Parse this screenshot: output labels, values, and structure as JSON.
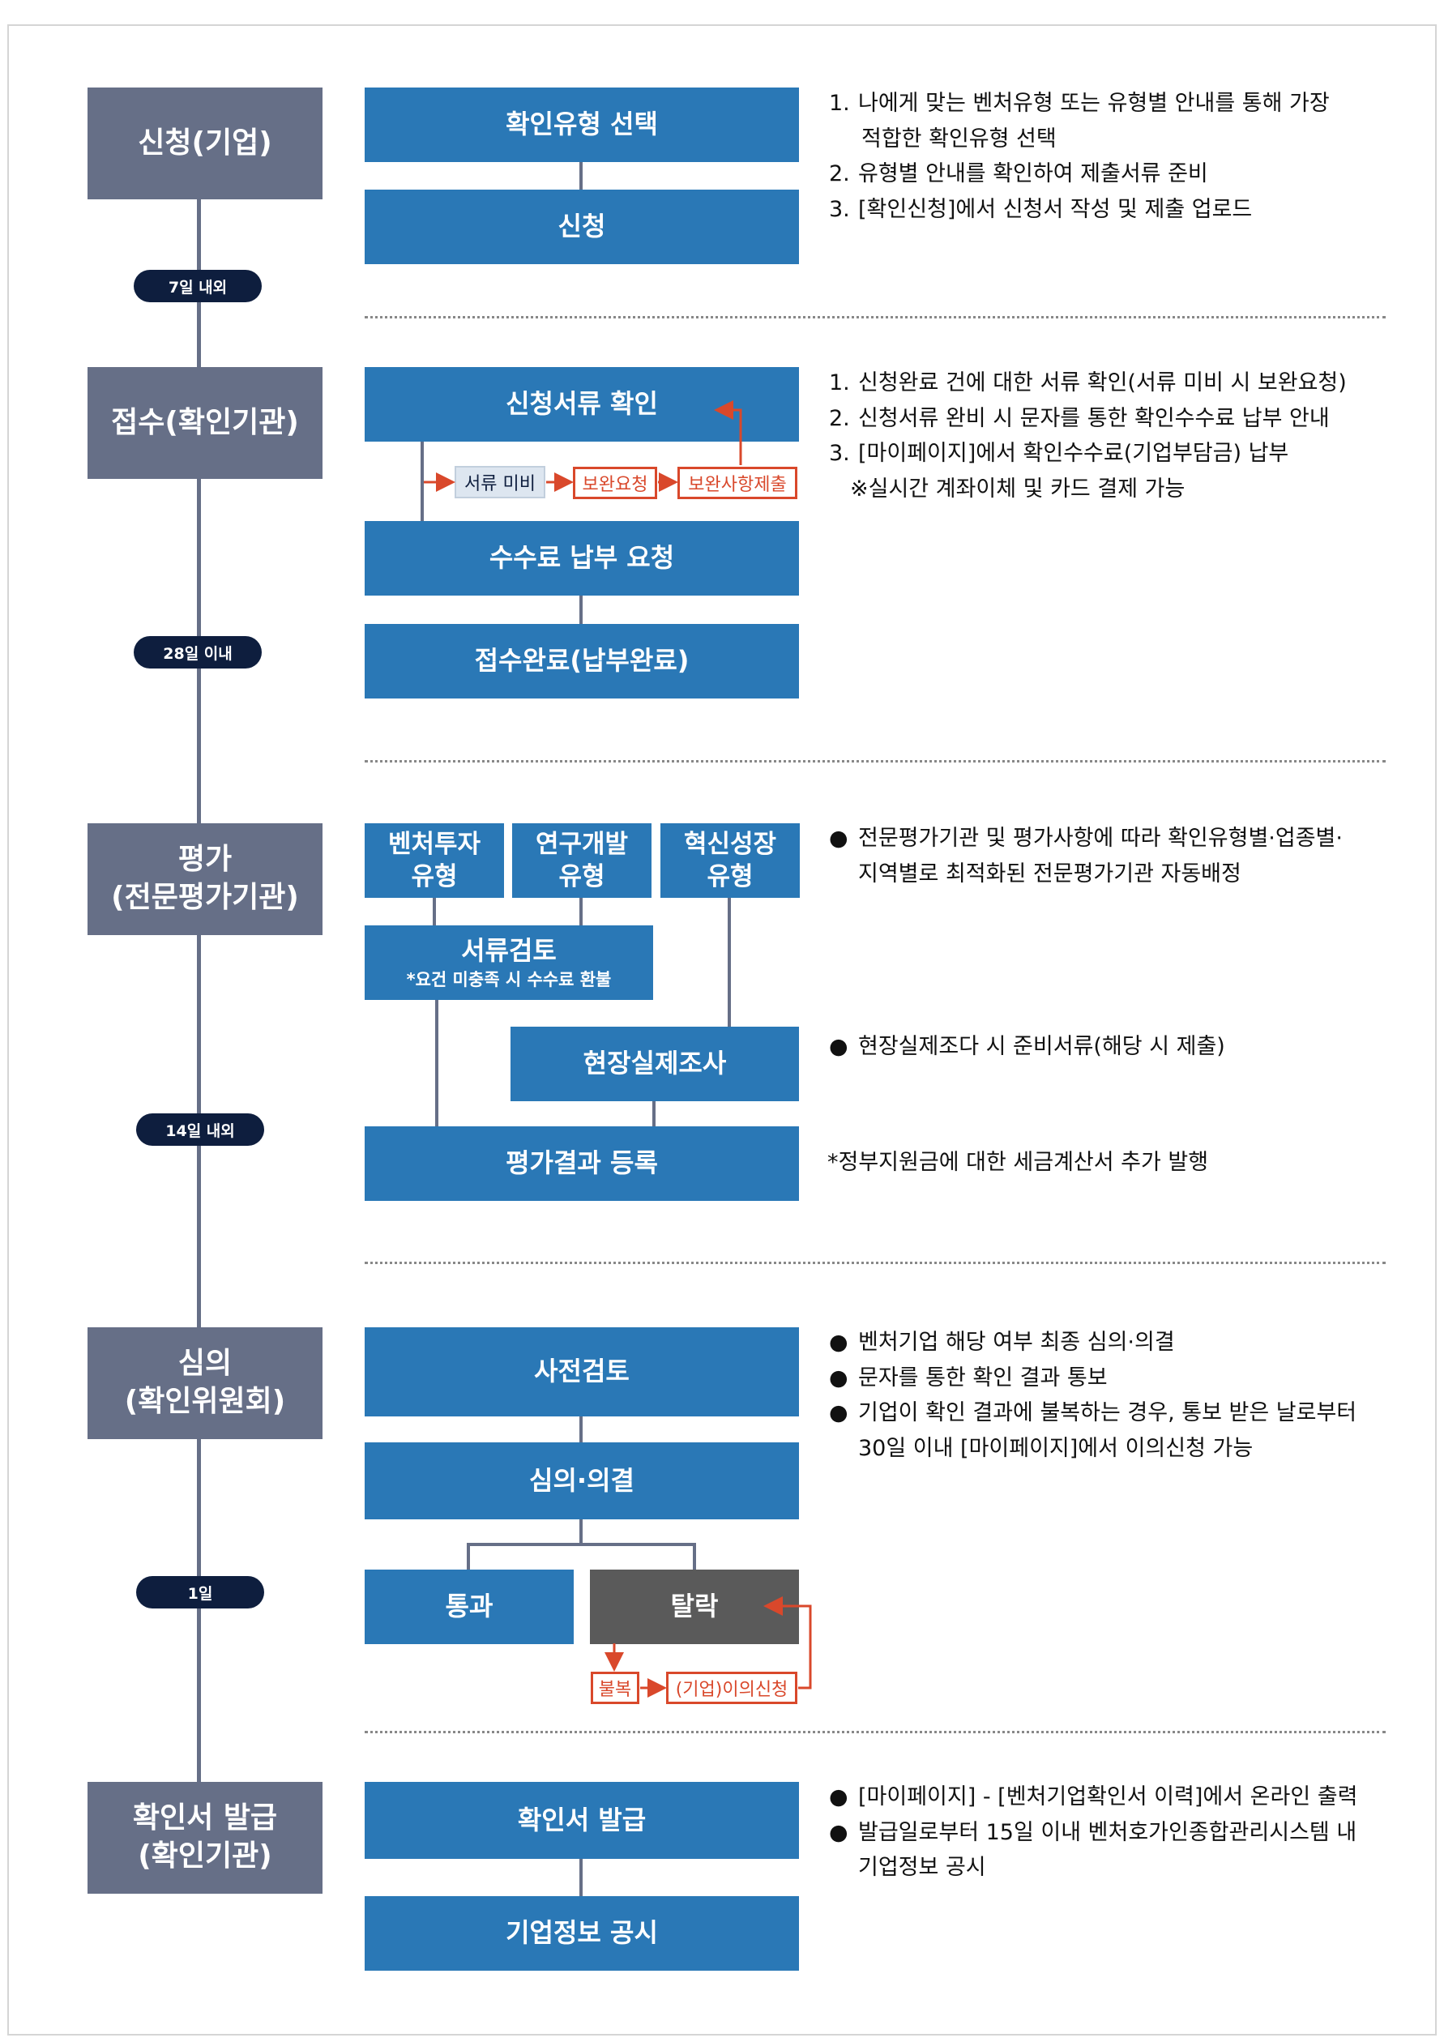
{
  "stages": [
    {
      "label": "신청(기업)",
      "duration": "7일 내외"
    },
    {
      "label": "접수(확인기관)",
      "duration": "28일 이내"
    },
    {
      "label": "평가\n(전문평가기관)",
      "duration": "14일 내외"
    },
    {
      "label": "심의\n(확인위원회)",
      "duration": "1일"
    },
    {
      "label": "확인서 발급\n(확인기관)"
    }
  ],
  "apply": {
    "boxes": [
      "확인유형 선택",
      "신청"
    ],
    "desc": [
      {
        "marker": "1.",
        "text": "나에게 맞는 벤처유형 또는 유형별 안내를 통해 가장",
        "cont": "적합한 확인유형 선택"
      },
      {
        "marker": "2.",
        "text": "유형별 안내를 확인하여 제출서류 준비"
      },
      {
        "marker": "3.",
        "text": "[확인신청]에서 신청서 작성 및 제출 업로드"
      }
    ]
  },
  "receipt": {
    "boxes": [
      "신청서류 확인",
      "수수료 납부 요청",
      "접수완료(납부완료)"
    ],
    "tags": [
      "서류 미비",
      "보완요청",
      "보완사항제출"
    ],
    "desc": [
      {
        "marker": "1.",
        "text": "신청완료 건에 대한 서류 확인(서류 미비 시 보완요청)"
      },
      {
        "marker": "2.",
        "text": "신청서류 완비 시 문자를 통한 확인수수료 납부 안내"
      },
      {
        "marker": "3.",
        "text": "[마이페이지]에서 확인수수료(기업부담금) 납부"
      }
    ],
    "note": "※실시간 계좌이체 및 카드 결제 가능"
  },
  "evaluation": {
    "types": [
      "벤처투자\n유형",
      "연구개발\n유형",
      "혁신성장\n유형"
    ],
    "review": {
      "label": "서류검토",
      "sub": "*요건 미충족 시 수수료 환불"
    },
    "field": "현장실제조사",
    "result": "평가결과 등록",
    "desc1": "전문평가기관 및 평가사항에 따라 확인유형별·업종별·",
    "desc1_cont": "지역별로 최적화된 전문평가기관 자동배정",
    "desc2": "현장실제조다 시 준비서류(해당 시 제출)",
    "desc3": "*정부지원금에 대한 세금계산서 추가 발행"
  },
  "deliberation": {
    "boxes": [
      "사전검토",
      "심의·의결",
      "통과",
      "탈락"
    ],
    "tags": [
      "불복",
      "(기업)이의신청"
    ],
    "desc": [
      {
        "text": "벤처기업 해당 여부 최종 심의·의결"
      },
      {
        "text": "문자를 통한 확인 결과 통보"
      },
      {
        "text": "기업이 확인 결과에 불복하는 경우, 통보 받은 날로부터",
        "cont": "30일 이내 [마이페이지]에서 이의신청 가능"
      }
    ]
  },
  "issuance": {
    "boxes": [
      "확인서 발급",
      "기업정보 공시"
    ],
    "desc": [
      {
        "text": " [마이페이지] - [벤처기업확인서 이력]에서 온라인 출력"
      },
      {
        "text": "발급일로부터 15일 이내 벤처호가인종합관리시스템 내",
        "cont": "기업정보 공시"
      }
    ]
  },
  "colors": {
    "stage": "#666f87",
    "box": "#2a78b6",
    "pill": "#0e1e3e",
    "accent": "#d9482b",
    "reject": "#5a5a5a"
  }
}
